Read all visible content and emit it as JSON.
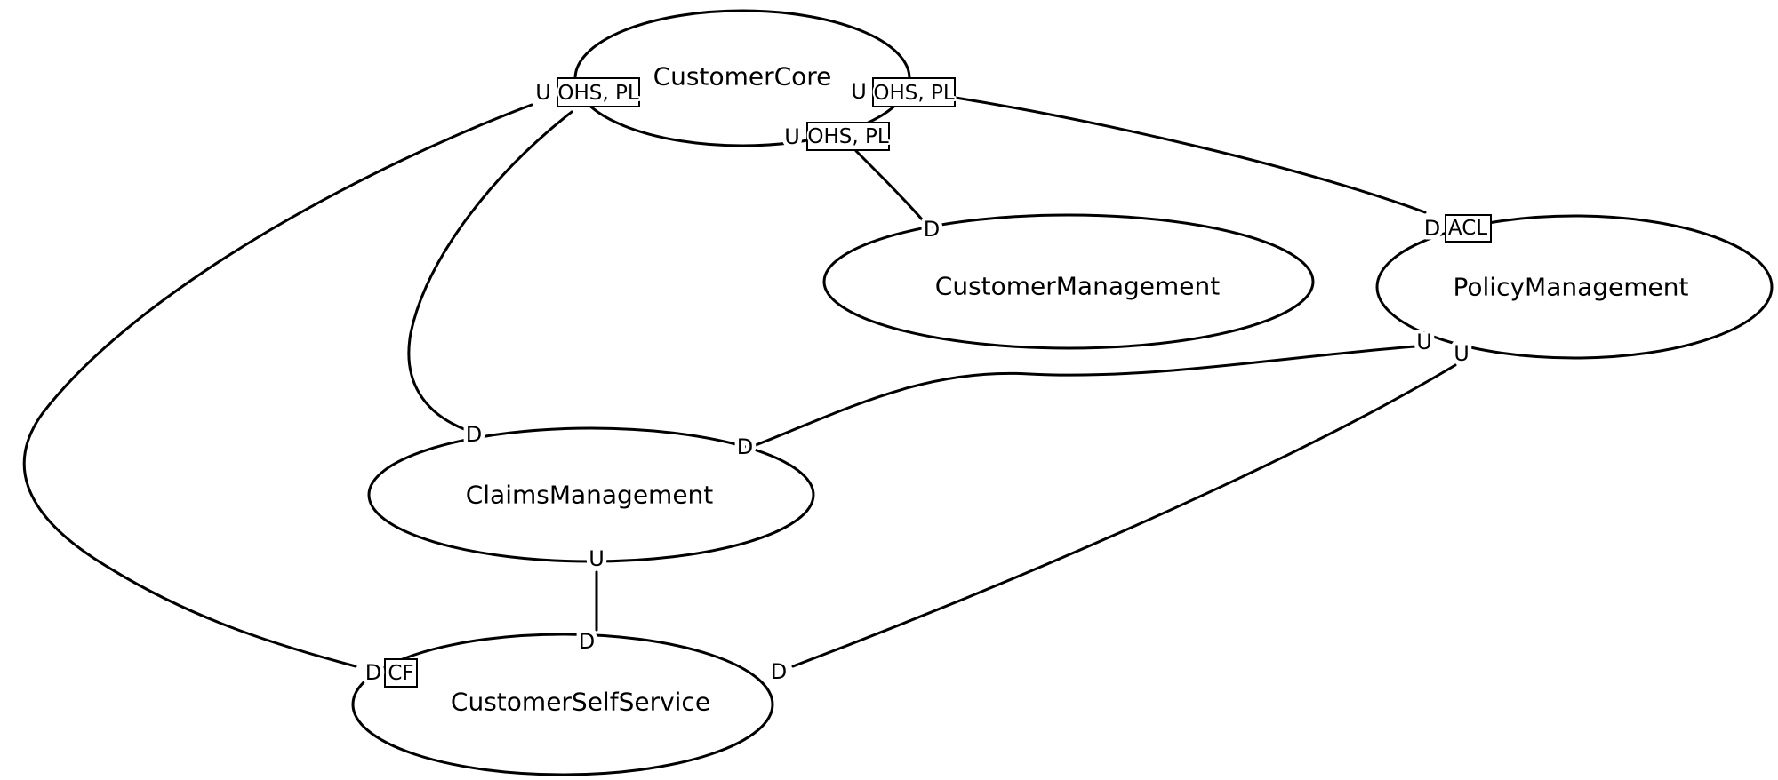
{
  "diagram": {
    "type": "ddd-context-map",
    "background_color": "#ffffff",
    "line_color": "#000000",
    "text_color": "#000000",
    "nodes": [
      {
        "id": "CustomerCore",
        "label": "CustomerCore"
      },
      {
        "id": "CustomerManagement",
        "label": "CustomerManagement"
      },
      {
        "id": "PolicyManagement",
        "label": "PolicyManagement"
      },
      {
        "id": "ClaimsManagement",
        "label": "ClaimsManagement"
      },
      {
        "id": "CustomerSelfService",
        "label": "CustomerSelfService"
      }
    ],
    "edges": [
      {
        "from": "CustomerCore",
        "to": "ClaimsManagement",
        "from_role": "U",
        "to_role": "D",
        "from_patterns": "OHS, PL",
        "to_patterns": ""
      },
      {
        "from": "CustomerCore",
        "to": "CustomerSelfService",
        "from_role": "U",
        "to_role": "D",
        "from_patterns": "OHS, PL",
        "to_patterns": "CF"
      },
      {
        "from": "CustomerCore",
        "to": "CustomerManagement",
        "from_role": "U",
        "to_role": "D",
        "from_patterns": "OHS, PL",
        "to_patterns": ""
      },
      {
        "from": "CustomerCore",
        "to": "PolicyManagement",
        "from_role": "U",
        "to_role": "D",
        "from_patterns": "OHS, PL",
        "to_patterns": "ACL"
      },
      {
        "from": "PolicyManagement",
        "to": "ClaimsManagement",
        "from_role": "U",
        "to_role": "D",
        "from_patterns": "",
        "to_patterns": ""
      },
      {
        "from": "PolicyManagement",
        "to": "CustomerSelfService",
        "from_role": "U",
        "to_role": "D",
        "from_patterns": "",
        "to_patterns": ""
      },
      {
        "from": "ClaimsManagement",
        "to": "CustomerSelfService",
        "from_role": "U",
        "to_role": "D",
        "from_patterns": "",
        "to_patterns": ""
      }
    ]
  }
}
